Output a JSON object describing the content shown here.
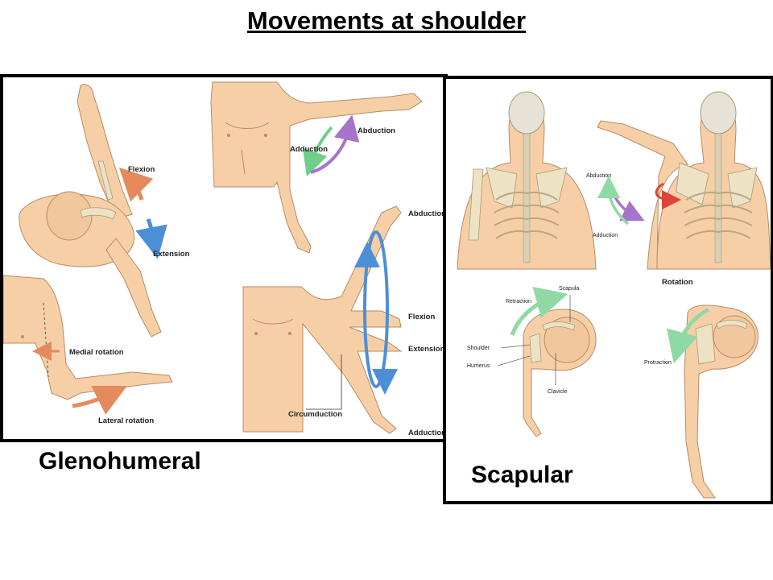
{
  "title": "Movements at shoulder",
  "glenohumeral": {
    "caption": "Glenohumeral",
    "labels": {
      "flexion": "Flexion",
      "extension": "Extension",
      "abduction_top": "Abduction",
      "adduction_top": "Adduction",
      "medial_rotation": "Medial rotation",
      "lateral_rotation": "Lateral rotation",
      "abduction_right": "Abduction",
      "flexion_right": "Flexion",
      "extension_right": "Extension",
      "circumduction": "Circumduction",
      "adduction_bottom": "Adduction"
    }
  },
  "scapular": {
    "caption": "Scapular",
    "labels": {
      "abduction": "Abduction",
      "adduction": "Adduction",
      "rotation": "Rotation",
      "retraction": "Retraction",
      "scapula": "Scapula",
      "shoulder": "Shoulder",
      "humerus": "Humerus",
      "clavicle": "Clavicle",
      "protraction": "Protraction"
    }
  },
  "colors": {
    "frame": "#000000",
    "skin": "#f6cfa7",
    "flexion_arrow": "#e58a5c",
    "extension_arrow": "#4d8fd6",
    "abduction_arrow": "#a774c9",
    "adduction_arrow": "#6fcf8a",
    "circumduction_ring": "#4d8fd6",
    "rotation_arrow": "#e0433a"
  }
}
